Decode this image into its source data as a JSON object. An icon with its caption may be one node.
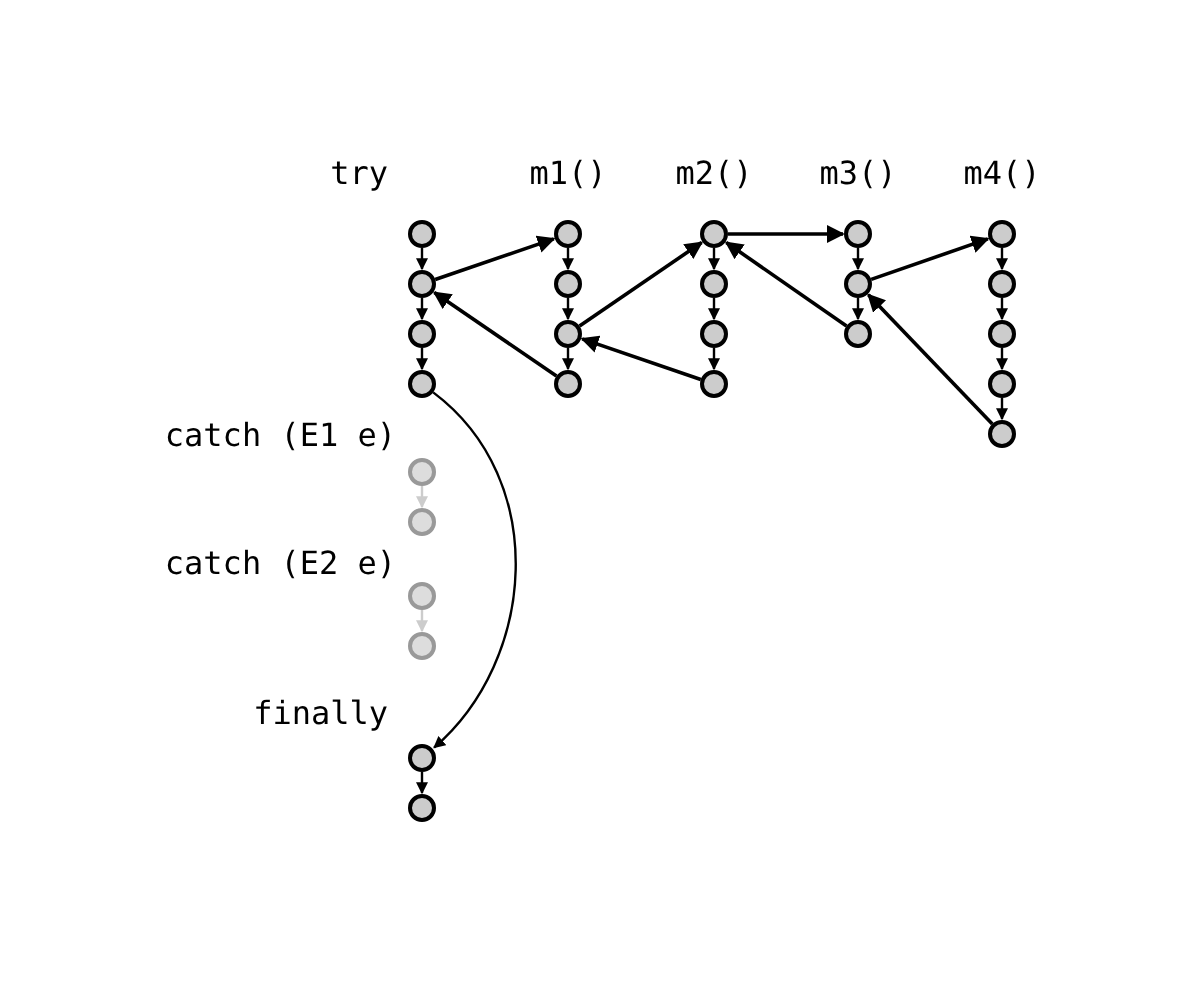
{
  "diagram": {
    "nodes": [
      {
        "text": [],
        "shape": "circle"
      },
      {
        "text": [],
        "shape": "circle"
      },
      {
        "text": [],
        "shape": "circle"
      },
      {
        "text": [],
        "shape": "circle"
      },
      {
        "text": [],
        "shape": "circle"
      },
      {
        "text": [],
        "shape": "circle"
      },
      {
        "text": [],
        "shape": "circle"
      },
      {
        "text": [],
        "shape": "circle"
      },
      {
        "text": [],
        "shape": "circle"
      },
      {
        "text": [],
        "shape": "circle"
      },
      {
        "text": [],
        "shape": "circle"
      },
      {
        "text": [],
        "shape": "circle"
      },
      {
        "text": [],
        "shape": "circle"
      },
      {
        "text": [],
        "shape": "circle"
      },
      {
        "text": [],
        "shape": "circle"
      },
      {
        "text": [],
        "shape": "circle"
      },
      {
        "text": [],
        "shape": "circle"
      },
      {
        "text": [],
        "shape": "circle"
      },
      {
        "text": [],
        "shape": "circle"
      },
      {
        "text": [],
        "shape": "circle"
      },
      {
        "text": [],
        "shape": "circle"
      },
      {
        "text": [],
        "shape": "circle"
      },
      {
        "text": [],
        "shape": "circle"
      },
      {
        "text": [],
        "shape": "circle"
      },
      {
        "text": [],
        "shape": "circle"
      },
      {
        "text": [],
        "shape": "circle"
      }
    ],
    "edges": [
      {
        "from": 0,
        "to": 1,
        "arrow": "to"
      },
      {
        "from": 1,
        "to": 2,
        "arrow": "to"
      },
      {
        "from": 2,
        "to": 3,
        "arrow": "to"
      },
      {
        "from": 4,
        "to": 5,
        "arrow": "to",
        "color": "#cccccc"
      },
      {
        "from": 6,
        "to": 7,
        "arrow": "to",
        "color": "#cccccc"
      },
      {
        "from": 8,
        "to": 9,
        "arrow": "to"
      },
      {
        "from": 10,
        "to": 11,
        "arrow": "to"
      },
      {
        "from": 11,
        "to": 12,
        "arrow": "to"
      },
      {
        "from": 12,
        "to": 13,
        "arrow": "to"
      },
      {
        "from": 14,
        "to": 15,
        "arrow": "to"
      },
      {
        "from": 15,
        "to": 16,
        "arrow": "to"
      },
      {
        "from": 16,
        "to": 17,
        "arrow": "to"
      },
      {
        "from": 18,
        "to": 19,
        "arrow": "to"
      },
      {
        "from": 19,
        "to": 20,
        "arrow": "to"
      },
      {
        "from": 21,
        "to": 22,
        "arrow": "to"
      },
      {
        "from": 22,
        "to": 23,
        "arrow": "to"
      },
      {
        "from": 23,
        "to": 24,
        "arrow": "to"
      },
      {
        "from": 24,
        "to": 25,
        "arrow": "to"
      },
      {
        "from": 1,
        "to": 10,
        "arrow": "to"
      },
      {
        "from": 13,
        "to": 1,
        "arrow": "to"
      },
      {
        "from": 12,
        "to": 14,
        "arrow": "to"
      },
      {
        "from": 17,
        "to": 12,
        "arrow": "to"
      },
      {
        "from": 14,
        "to": 18,
        "arrow": "to"
      },
      {
        "from": 20,
        "to": 14,
        "arrow": "to"
      },
      {
        "from": 19,
        "to": 21,
        "arrow": "to"
      },
      {
        "from": 25,
        "to": 19,
        "arrow": "to"
      },
      {
        "from": 3,
        "to": 8,
        "arrow": "to"
      }
    ],
    "labels": [
      "try",
      "m1()",
      "m2()",
      "m3()",
      "m4()",
      "catch (E1 e)",
      "catch (E2 e)",
      "finally"
    ]
  }
}
